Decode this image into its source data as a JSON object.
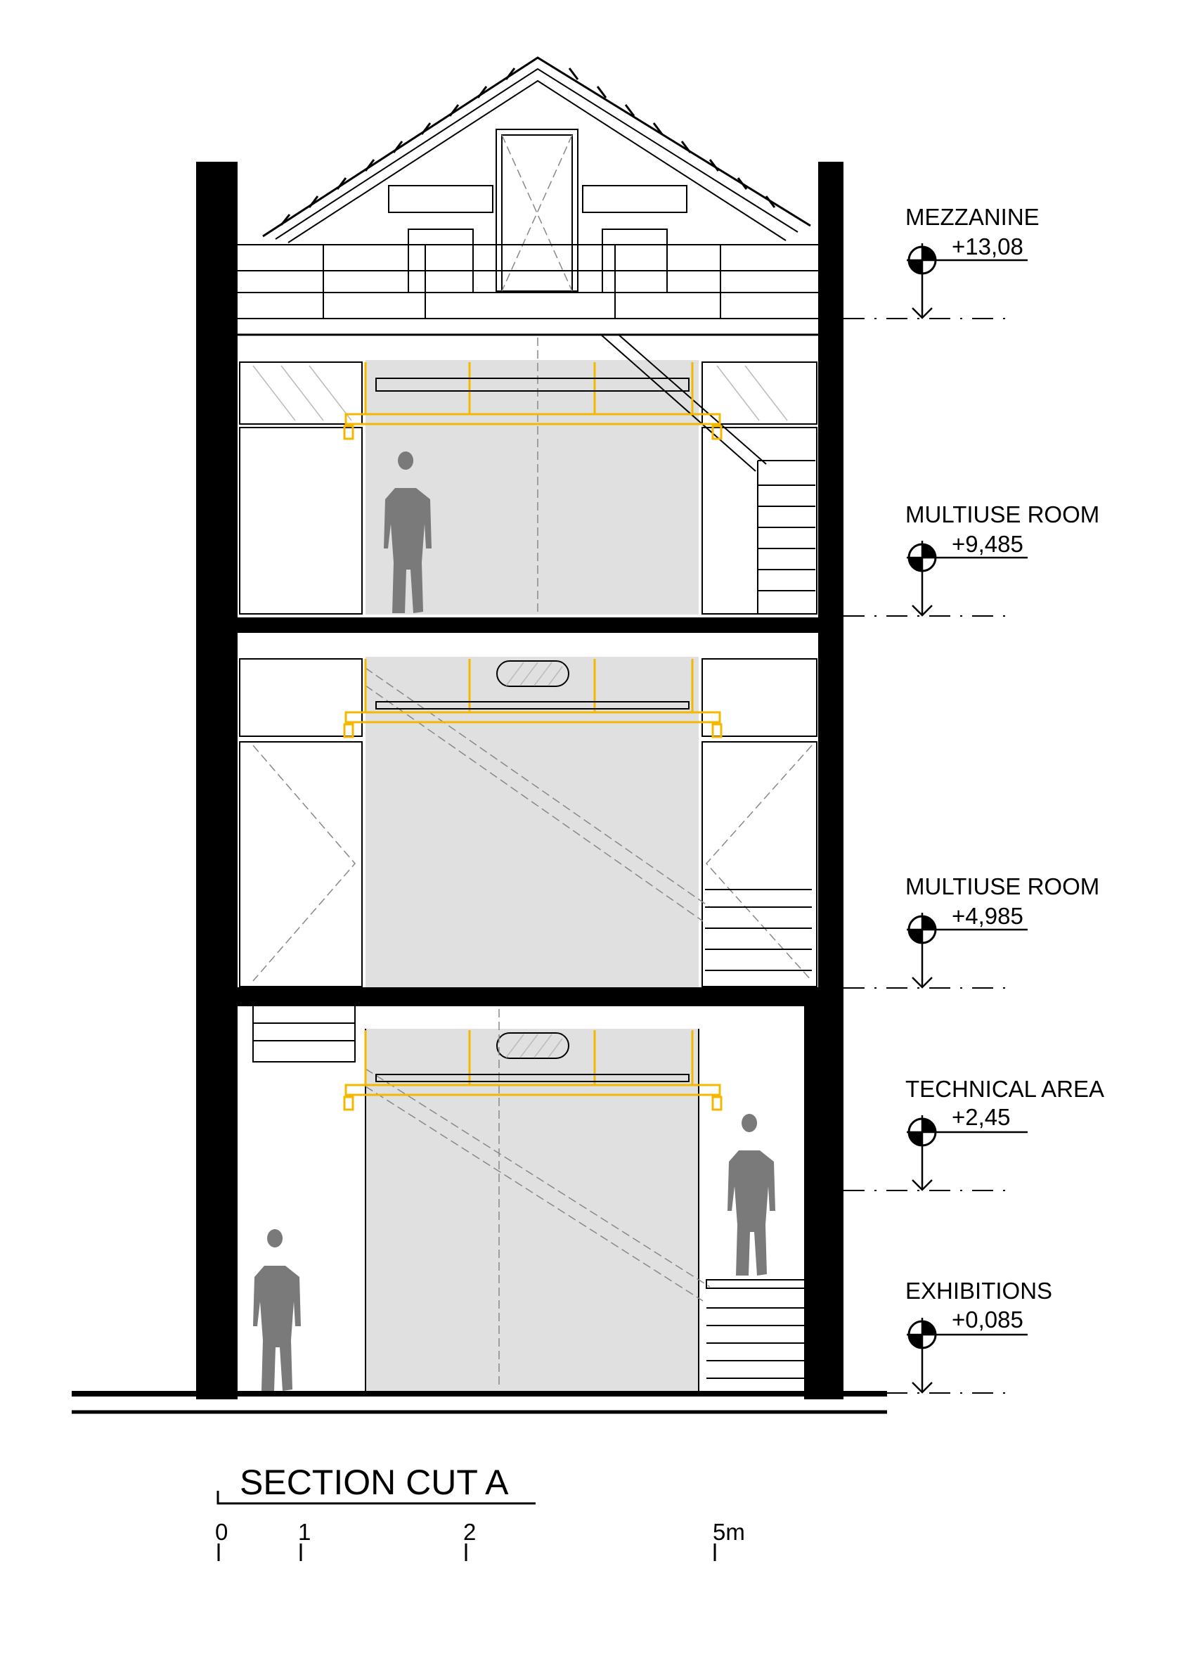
{
  "drawing": {
    "title": "SECTION CUT A",
    "levels": [
      {
        "name": "MEZZANINE",
        "elevation": "+13,08"
      },
      {
        "name": "MULTIUSE ROOM",
        "elevation": "+9,485"
      },
      {
        "name": "MULTIUSE ROOM",
        "elevation": "+4,985"
      },
      {
        "name": "TECHNICAL AREA",
        "elevation": "+2,45"
      },
      {
        "name": "EXHIBITIONS",
        "elevation": "+0,085"
      }
    ],
    "scale_bar": {
      "ticks": [
        "0",
        "1",
        "2",
        "5m"
      ]
    },
    "colors": {
      "lighting": "#f5b800",
      "volume": "#e0e0e0",
      "figure": "#7a7a7a"
    }
  }
}
